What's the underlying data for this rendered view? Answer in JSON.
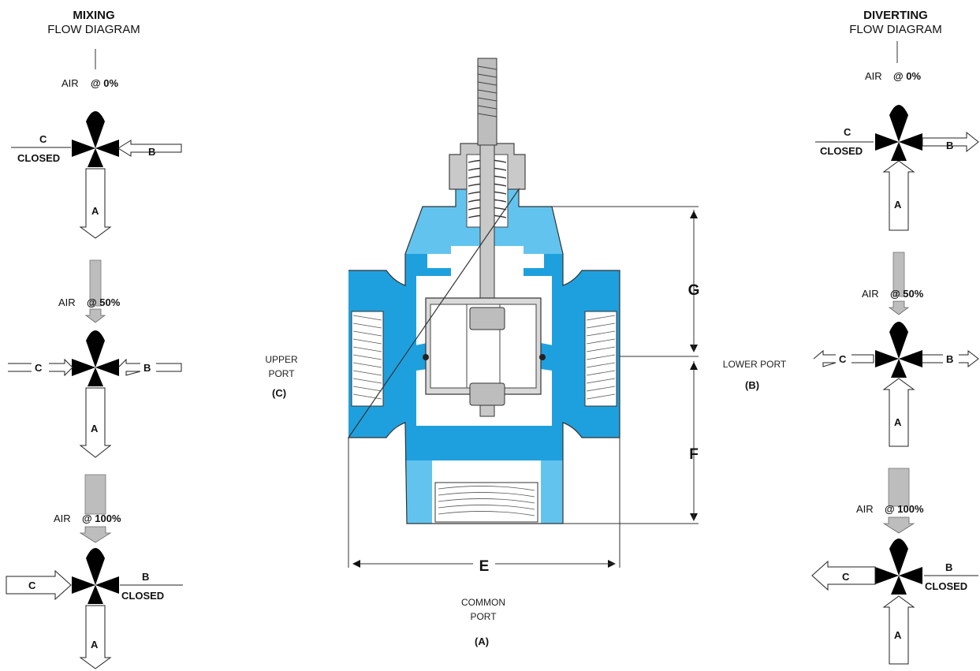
{
  "colors": {
    "body_blue": "#1fa0de",
    "body_light_blue": "#62c4ee",
    "steel": "#c9c9c9",
    "air_gray": "#bdbdbd"
  },
  "mixing": {
    "title": "MIXING",
    "subtitle": "FLOW DIAGRAM",
    "states": [
      {
        "air_prefix": "AIR",
        "air_value": "@ 0%",
        "port_c": "C",
        "port_c_status": "CLOSED",
        "port_b": "B",
        "port_b_status": "",
        "port_a": "A"
      },
      {
        "air_prefix": "AIR",
        "air_value": "@ 50%",
        "port_c": "C",
        "port_c_status": "",
        "port_b": "B",
        "port_b_status": "",
        "port_a": "A"
      },
      {
        "air_prefix": "AIR",
        "air_value": "@ 100%",
        "port_c": "C",
        "port_c_status": "",
        "port_b": "B",
        "port_b_status": "CLOSED",
        "port_a": "A"
      }
    ]
  },
  "diverting": {
    "title": "DIVERTING",
    "subtitle": "FLOW DIAGRAM",
    "states": [
      {
        "air_prefix": "AIR",
        "air_value": "@ 0%",
        "port_c": "C",
        "port_c_status": "CLOSED",
        "port_b": "B",
        "port_b_status": "",
        "port_a": "A"
      },
      {
        "air_prefix": "AIR",
        "air_value": "@ 50%",
        "port_c": "C",
        "port_c_status": "",
        "port_b": "B",
        "port_b_status": "",
        "port_a": "A"
      },
      {
        "air_prefix": "AIR",
        "air_value": "@ 100%",
        "port_c": "C",
        "port_c_status": "",
        "port_b": "B",
        "port_b_status": "CLOSED",
        "port_a": "A"
      }
    ]
  },
  "valve": {
    "upper_port": {
      "line1": "UPPER",
      "line2": "PORT",
      "code": "(C)"
    },
    "lower_port": {
      "line1": "LOWER PORT",
      "code": "(B)"
    },
    "common_port": {
      "line1": "COMMON",
      "line2": "PORT",
      "code": "(A)"
    },
    "dimensions": {
      "g": "G",
      "f": "F",
      "e": "E"
    }
  }
}
